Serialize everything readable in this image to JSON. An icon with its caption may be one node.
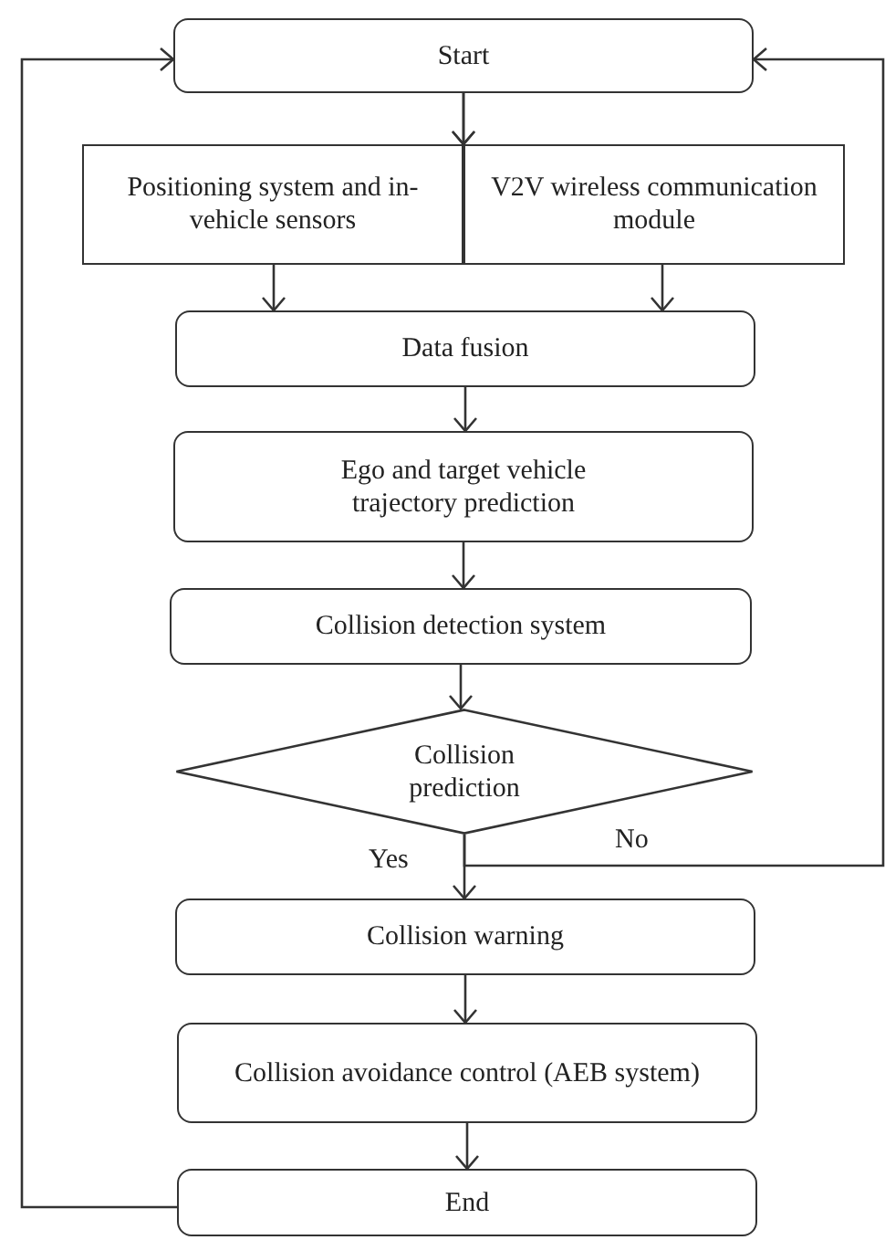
{
  "diagram": {
    "nodes": [
      {
        "text": [
          "Start"
        ]
      },
      {
        "text": [
          "Positioning system and in-vehicle sensors"
        ]
      },
      {
        "text": [
          "V2V wireless communication module"
        ]
      },
      {
        "text": [
          "Data fusion"
        ]
      },
      {
        "text": [
          "Ego and target vehicle trajectory prediction"
        ]
      },
      {
        "text": [
          "Collision detection system"
        ]
      },
      {
        "text": [
          "Collision prediction"
        ]
      },
      {
        "text": [
          "Collision warning"
        ]
      },
      {
        "text": [
          "Collision avoidance control (AEB system)"
        ]
      },
      {
        "text": [
          "End"
        ]
      }
    ],
    "edges": [
      {
        "from": 0,
        "to": 1,
        "arrow": "to"
      },
      {
        "from": 0,
        "to": 2,
        "arrow": "to"
      },
      {
        "from": 1,
        "to": 3,
        "arrow": "to"
      },
      {
        "from": 2,
        "to": 3,
        "arrow": "to"
      },
      {
        "from": 3,
        "to": 4,
        "arrow": "to"
      },
      {
        "from": 4,
        "to": 5,
        "arrow": "to"
      },
      {
        "from": 5,
        "to": 6,
        "arrow": "to"
      },
      {
        "from": 6,
        "to": 7,
        "arrow": "to",
        "label": "Yes"
      },
      {
        "from": 6,
        "to": 0,
        "arrow": "to",
        "label": "No"
      },
      {
        "from": 7,
        "to": 8,
        "arrow": "to"
      },
      {
        "from": 8,
        "to": 9,
        "arrow": "to"
      },
      {
        "from": 9,
        "to": 0,
        "arrow": "to"
      }
    ]
  }
}
